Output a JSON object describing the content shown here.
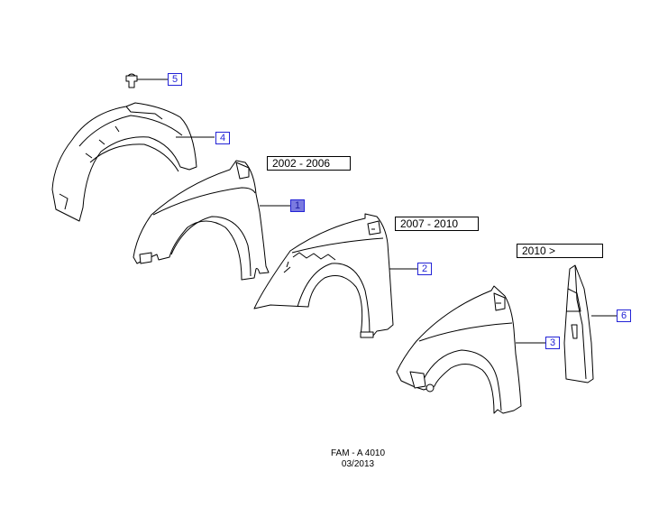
{
  "callouts": [
    "1",
    "2",
    "3",
    "4",
    "5",
    "6"
  ],
  "year_ranges": [
    "2002 - 2006",
    "2007 - 2010",
    "2010 >"
  ],
  "footer": {
    "code": "FAM - A 4010",
    "date": "03/2013"
  },
  "colors": {
    "callout": "#2323d6",
    "callout_active_fill": "#7a7ae0",
    "line": "#000000"
  }
}
